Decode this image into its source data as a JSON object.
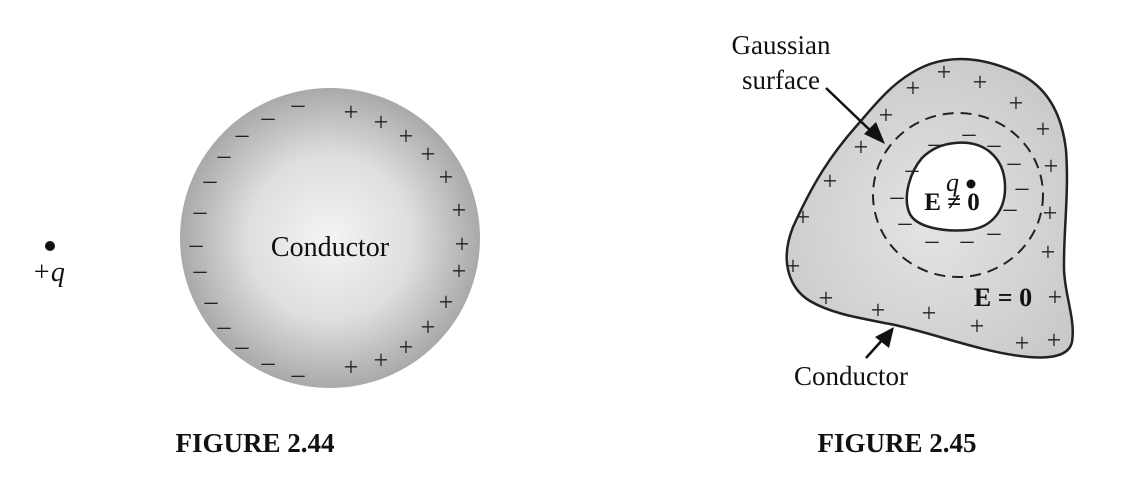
{
  "figure_a": {
    "charge_label": "+q",
    "conductor_label": "Conductor",
    "caption": "FIGURE 2.44",
    "plus_sign": "+",
    "minus_sign": "–"
  },
  "figure_b": {
    "gaussian_label_line1": "Gaussian",
    "gaussian_label_line2": "surface",
    "charge_label": "q",
    "field_inside": "E ≠ 0",
    "field_conductor": "E = 0",
    "conductor_label": "Conductor",
    "caption": "FIGURE 2.45",
    "plus_sign": "+",
    "minus_sign": "–"
  },
  "colors": {
    "conductor_fill": "#d4d4d4",
    "outline": "#222222",
    "text": "#111111",
    "background": "#ffffff"
  }
}
